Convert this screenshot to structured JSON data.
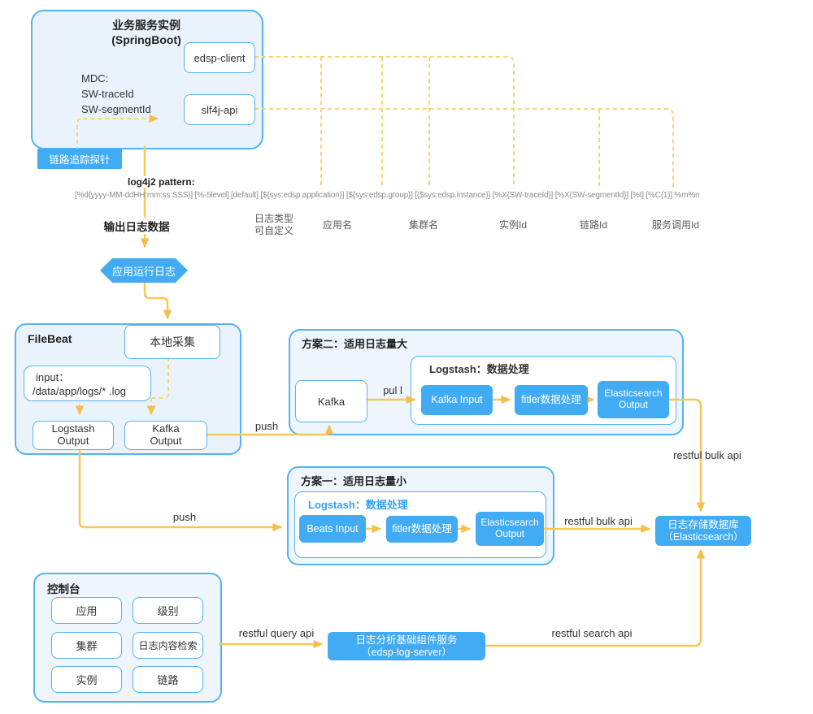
{
  "colors": {
    "accent_blue": "#41ABF3",
    "border_blue": "#56B3F2",
    "container_fill": "#EAF2FB",
    "line_yellow": "#F8C850",
    "dash_yellow": "#F9D470",
    "arrow_yellow": "#F6BE4D",
    "text_dark": "#333333",
    "text_gray": "#595959",
    "pattern_gray": "#8C8C8C"
  },
  "springboot": {
    "title_line1": "业务服务实例",
    "title_line2": "(SpringBoot)",
    "client_box": "edsp-client",
    "slf4j_box": "slf4j-api",
    "mdc": [
      "MDC:",
      "SW-traceId",
      "SW-segmentId"
    ]
  },
  "probe_label": "链路追踪探针",
  "log_pattern": {
    "title": "log4j2 pattern:",
    "pattern": "[%d{yyyy-MM-ddHH:mm:ss:SSS}] [%-5level] [default] [${sys:edsp.application}] [${sys:edsp.group}] [{$sys:edsp.instance}] [%X{SW-traceId}] [%X{SW-segmentId}] [%t] [%C{1}] %m%n"
  },
  "field_labels": {
    "output": "输出日志数据",
    "log_type_line1": "日志类型",
    "log_type_line2": "可自定义",
    "app": "应用名",
    "cluster": "集群名",
    "instance": "实例Id",
    "trace": "链路Id",
    "service_call": "服务调用Id"
  },
  "hexagon": "应用运行日志",
  "filebeat": {
    "title": "FileBeat",
    "local_collect": "本地采集",
    "input_line1": "input：",
    "input_line2": "/data/app/logs/* .log",
    "logstash_output_line1": "Logstash",
    "logstash_output_line2": "Output",
    "kafka_output_line1": "Kafka",
    "kafka_output_line2": "Output"
  },
  "plan2": {
    "title": "方案二：适用日志量大",
    "kafka": "Kafka",
    "pull_label": "pul l",
    "logstash_title": "Logstash：数据处理",
    "kafka_input": "Kafka Input",
    "filter": "fitler数据处理",
    "es_output_line1": "Elasticsearch",
    "es_output_line2": "Output"
  },
  "plan1": {
    "title": "方案一：适用日志量小",
    "logstash_title": "Logstash：数据处理",
    "beats_input": "Beats Input",
    "filter": "fitler数据处理",
    "es_output_line1": "Elasticsearch",
    "es_output_line2": "Output"
  },
  "storage": {
    "line1": "日志存储数据库",
    "line2": "（Elasticsearch）"
  },
  "console": {
    "title": "控制台",
    "items": [
      "应用",
      "级别",
      "集群",
      "日志内容检索",
      "实例",
      "链路"
    ]
  },
  "log_server": {
    "line1": "日志分析基础组件服务",
    "line2": "（edsp-log-server）"
  },
  "edge_labels": {
    "push_top": "push",
    "push_bottom": "push",
    "pull": "pul l",
    "bulk_top": "restful bulk api",
    "bulk_mid": "restful bulk api",
    "query": "restful query api",
    "search": "restful search api"
  }
}
